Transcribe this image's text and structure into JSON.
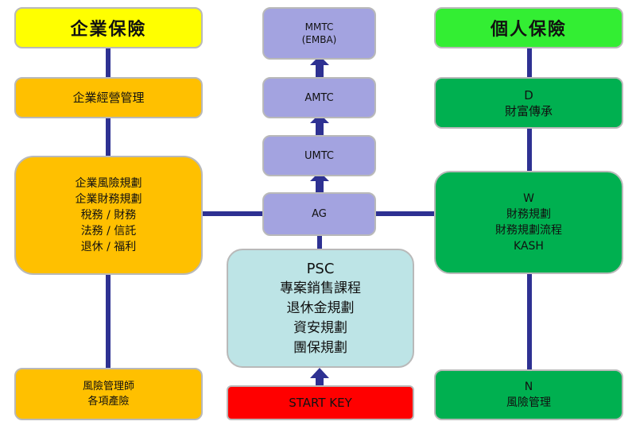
{
  "left": {
    "header": "企業保險",
    "management": "企業經營管理",
    "planning": [
      "企業風險規劃",
      "企業財務規劃",
      "稅務 / 財務",
      "法務 / 信託",
      "退休 / 福利"
    ],
    "bottom": [
      "風險管理師",
      "各項產險"
    ]
  },
  "center": {
    "mmtc": [
      "MMTC",
      "(EMBA)"
    ],
    "amtc": "AMTC",
    "umtc": "UMTC",
    "ag": "AG",
    "psc": [
      "PSC",
      "專案銷售課程",
      "退休金規劃",
      "資安規劃",
      "團保規劃"
    ],
    "start": "START KEY"
  },
  "right": {
    "header": "個人保險",
    "d": [
      "D",
      "財富傳承"
    ],
    "w": [
      "W",
      "財務規劃",
      "財務規劃流程",
      "KASH"
    ],
    "n": [
      "N",
      "風險管理"
    ]
  },
  "colors": {
    "connector": "#2e3192",
    "yellow": "#ffff00",
    "orange": "#ffc000",
    "light_green": "#33ee33",
    "green": "#00b050",
    "lavender": "#a3a3e0",
    "light_teal": "#bde4e6",
    "red": "#ff0000"
  }
}
